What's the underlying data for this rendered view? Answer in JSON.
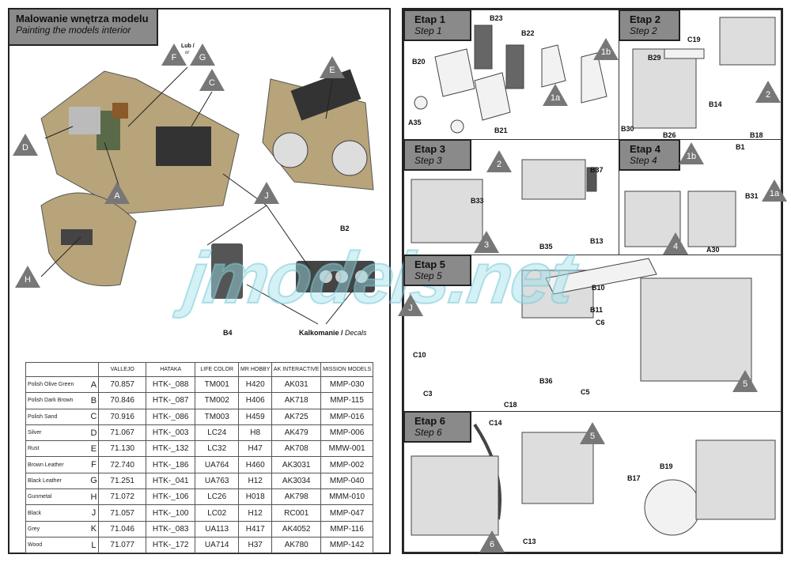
{
  "interior": {
    "title": "Malowanie wnętrza modelu",
    "subtitle": "Painting the models interior",
    "or_pl": "Lub /",
    "or_en": "or",
    "decals_pl": "Kalkomanie /",
    "decals_en": "Decals",
    "callouts": [
      "F",
      "G",
      "C",
      "E",
      "D",
      "A",
      "J",
      "H"
    ],
    "parts": [
      "B2",
      "B4"
    ]
  },
  "table": {
    "headers": [
      "",
      "",
      "VALLEJO",
      "HATAKA",
      "LIFE COLOR",
      "MR HOBBY",
      "AK INTERACTIVE",
      "MISSION MODELS"
    ],
    "rows": [
      [
        "Polish Olive Green",
        "A",
        "70.857",
        "HTK-_088",
        "TM001",
        "H420",
        "AK031",
        "MMP-030"
      ],
      [
        "Polish Dark Brown",
        "B",
        "70.846",
        "HTK-_087",
        "TM002",
        "H406",
        "AK718",
        "MMP-115"
      ],
      [
        "Polish Sand",
        "C",
        "70.916",
        "HTK-_086",
        "TM003",
        "H459",
        "AK725",
        "MMP-016"
      ],
      [
        "Silver",
        "D",
        "71.067",
        "HTK-_003",
        "LC24",
        "H8",
        "AK479",
        "MMP-006"
      ],
      [
        "Rust",
        "E",
        "71.130",
        "HTK-_132",
        "LC32",
        "H47",
        "AK708",
        "MMW-001"
      ],
      [
        "Brown Leather",
        "F",
        "72.740",
        "HTK-_186",
        "UA764",
        "H460",
        "AK3031",
        "MMP-002"
      ],
      [
        "Black Leather",
        "G",
        "71.251",
        "HTK-_041",
        "UA763",
        "H12",
        "AK3034",
        "MMP-040"
      ],
      [
        "Gunmetal",
        "H",
        "71.072",
        "HTK-_106",
        "LC26",
        "H018",
        "AK798",
        "MMM-010"
      ],
      [
        "Black",
        "J",
        "71.057",
        "HTK-_100",
        "LC02",
        "H12",
        "RC001",
        "MMP-047"
      ],
      [
        "Grey",
        "K",
        "71.046",
        "HTK-_083",
        "UA113",
        "H417",
        "AK4052",
        "MMP-116"
      ],
      [
        "Wood",
        "L",
        "71.077",
        "HTK-_172",
        "UA714",
        "H37",
        "AK780",
        "MMP-142"
      ]
    ]
  },
  "steps": [
    {
      "title": "Etap 1",
      "subtitle": "Step 1",
      "parts": [
        "B23",
        "B22",
        "B20",
        "A35",
        "B21"
      ],
      "markers": [
        "1b",
        "1a"
      ]
    },
    {
      "title": "Etap 2",
      "subtitle": "Step 2",
      "parts": [
        "C19",
        "B29",
        "B14",
        "B30",
        "B26",
        "B18"
      ],
      "markers": [
        "2"
      ]
    },
    {
      "title": "Etap 3",
      "subtitle": "Step 3",
      "parts": [
        "B37",
        "B33",
        "B35",
        "B13"
      ],
      "markers": [
        "2",
        "3"
      ]
    },
    {
      "title": "Etap 4",
      "subtitle": "Step 4",
      "parts": [
        "B1",
        "B31",
        "A30"
      ],
      "markers": [
        "1b",
        "1a",
        "4"
      ]
    },
    {
      "title": "Etap 5",
      "subtitle": "Step 5",
      "parts": [
        "B10",
        "B11",
        "C6",
        "C10",
        "C3",
        "C18",
        "B36",
        "C5"
      ],
      "markers": [
        "J",
        "5"
      ]
    },
    {
      "title": "Etap 6",
      "subtitle": "Step 6",
      "parts": [
        "C14",
        "B19",
        "B17",
        "C13"
      ],
      "markers": [
        "5",
        "6"
      ]
    }
  ],
  "watermark": "jmodels.net",
  "colors": {
    "header_gray": "#8a8a8a",
    "marker_gray": "#777777",
    "hull_sand": "#b8a47a",
    "watermark": "#a0e1eb"
  }
}
